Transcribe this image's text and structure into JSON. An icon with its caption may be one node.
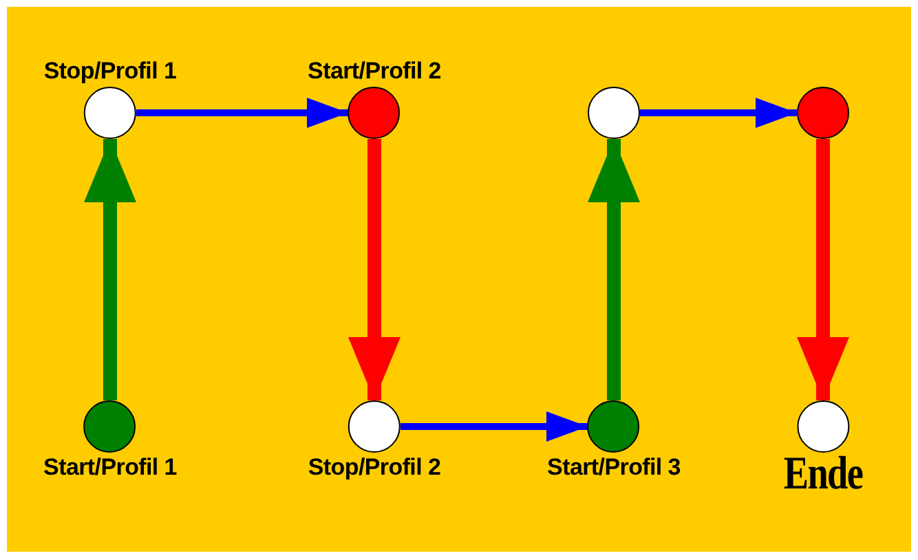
{
  "diagram": {
    "nodes": [
      {
        "text": [
          "Stop/Profil 1"
        ]
      },
      {
        "text": [
          "Start/Profil 2"
        ]
      },
      {
        "text": [],
        "shape": "circle"
      },
      {
        "text": [],
        "shape": "circle"
      },
      {
        "text": [
          "Start/Profil 1"
        ]
      },
      {
        "text": [
          "Stop/Profil 2"
        ]
      },
      {
        "text": [
          "Start/Profil 3"
        ]
      },
      {
        "text": [
          "Ende"
        ]
      }
    ],
    "edges": [
      {
        "from": 4,
        "to": 0,
        "arrow": "to",
        "color": "#008000"
      },
      {
        "from": 0,
        "to": 1,
        "arrow": "to"
      },
      {
        "from": 1,
        "to": 5,
        "arrow": "to",
        "color": "#ff0000"
      },
      {
        "from": 5,
        "to": 6,
        "arrow": "to"
      },
      {
        "from": 6,
        "to": 2,
        "arrow": "to",
        "color": "#008000"
      },
      {
        "from": 2,
        "to": 3,
        "arrow": "to"
      },
      {
        "from": 3,
        "to": 7,
        "arrow": "to",
        "color": "#ff0000"
      }
    ]
  }
}
